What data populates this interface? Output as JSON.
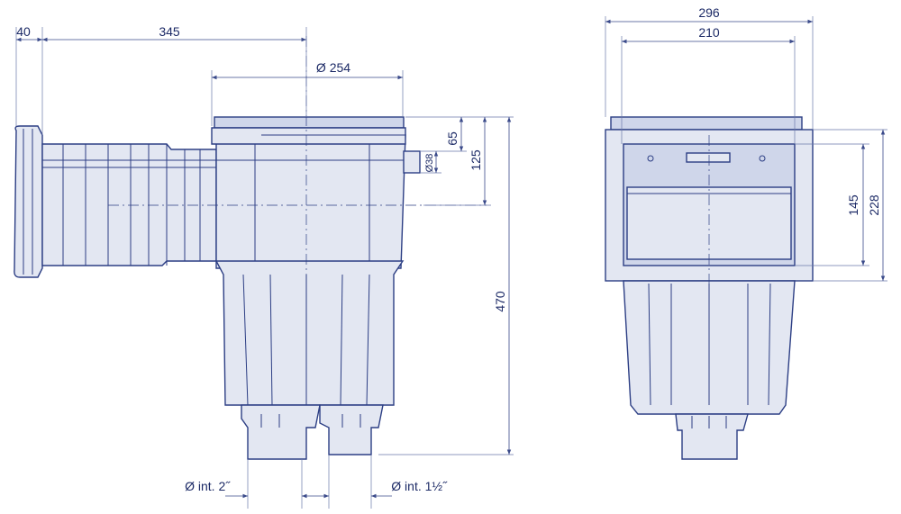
{
  "colors": {
    "line": "#2c3e84",
    "fill": "#e3e7f2",
    "text": "#1c2a66"
  },
  "side_view": {
    "dim_flange": "40",
    "dim_length": "345",
    "dim_lid_dia": "Ø 254",
    "dim_top_65": "65",
    "dim_top_125": "125",
    "dim_port": "Ø38",
    "dim_height": "470",
    "dim_outlet_left": "Ø int. 2˝",
    "dim_outlet_right": "Ø int. 1½˝"
  },
  "front_view": {
    "dim_outer_width": "296",
    "dim_inner_width": "210",
    "dim_mouth_height": "145",
    "dim_frame_height": "228"
  }
}
